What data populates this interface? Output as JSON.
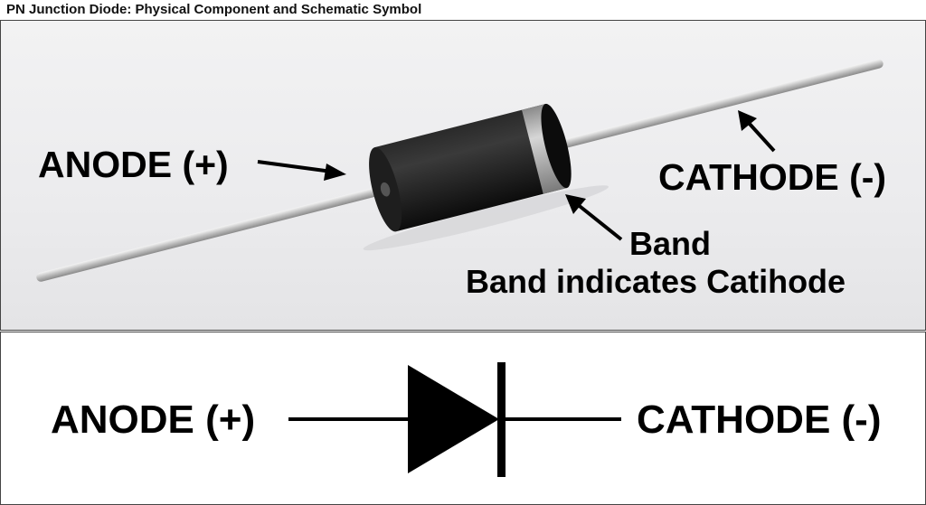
{
  "title": "PN Junction Diode: Physical Component and Schematic Symbol",
  "photo": {
    "anode_label": "ANODE (+)",
    "cathode_label": "CATHODE (-)",
    "band_label": "Band",
    "band_note": "Band indicates Catihode"
  },
  "schematic": {
    "anode_label": "ANODE (+)",
    "cathode_label": "CATHODE (-)"
  },
  "colors": {
    "body": "#111111",
    "band": "#bfbfbf",
    "lead": "#c8c8c8"
  }
}
